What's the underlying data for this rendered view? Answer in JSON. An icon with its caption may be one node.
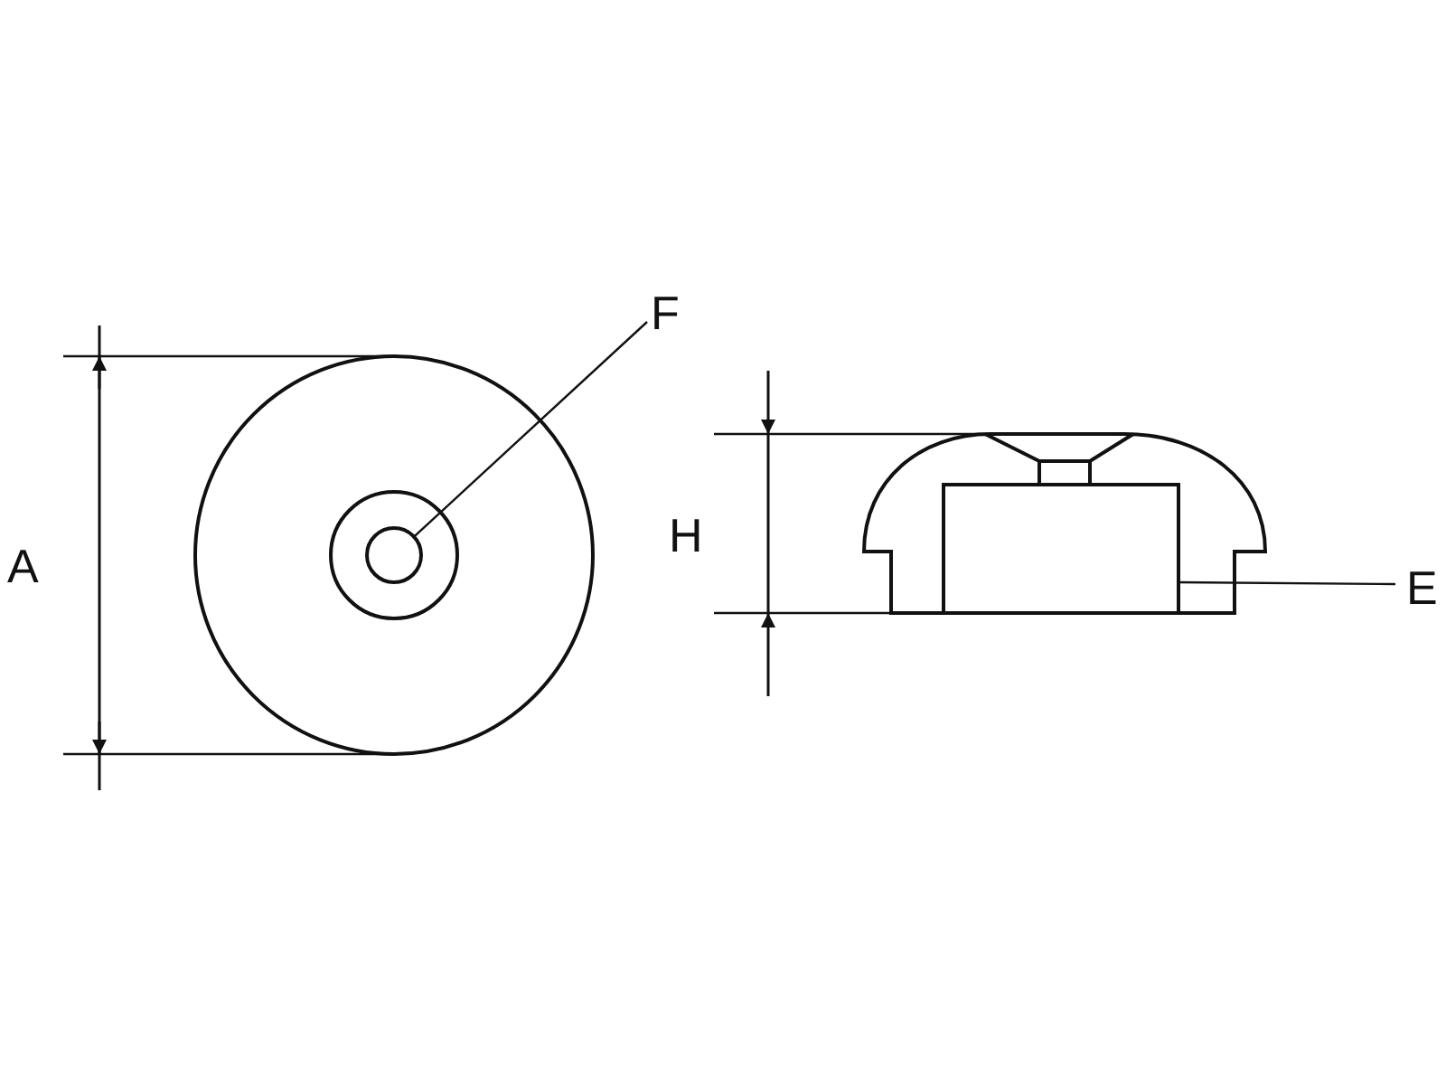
{
  "diagram": {
    "nodes": [
      {
        "text": [
          "F"
        ]
      },
      {
        "text": [],
        "shape": "circle"
      },
      {
        "text": [
          "E"
        ]
      },
      {
        "text": [],
        "shape": "box"
      }
    ],
    "edges": [
      {
        "from": 0,
        "to": 1,
        "arrow": "none"
      },
      {
        "from": 2,
        "to": 3,
        "arrow": "none"
      }
    ],
    "labels": [
      "A",
      "H"
    ]
  }
}
